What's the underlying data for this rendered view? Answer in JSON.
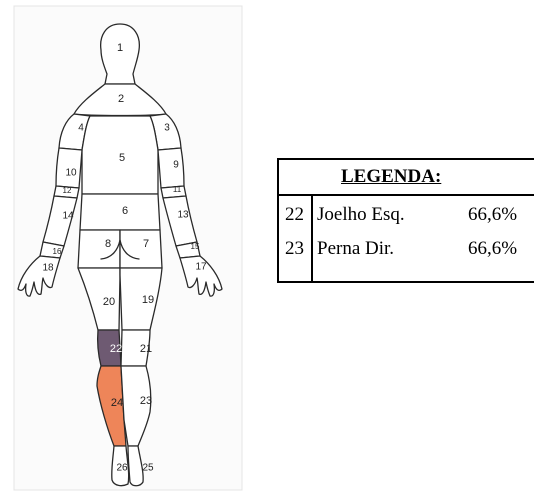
{
  "body_map": {
    "regions": [
      {
        "id": "1",
        "label": "1",
        "status": "normal"
      },
      {
        "id": "2",
        "label": "2",
        "status": "normal"
      },
      {
        "id": "3",
        "label": "3",
        "status": "normal"
      },
      {
        "id": "4",
        "label": "4",
        "status": "normal"
      },
      {
        "id": "5",
        "label": "5",
        "status": "normal"
      },
      {
        "id": "6",
        "label": "6",
        "status": "normal"
      },
      {
        "id": "7",
        "label": "7",
        "status": "normal"
      },
      {
        "id": "8",
        "label": "8",
        "status": "normal"
      },
      {
        "id": "9",
        "label": "9",
        "status": "normal"
      },
      {
        "id": "10",
        "label": "10",
        "status": "normal"
      },
      {
        "id": "11",
        "label": "11",
        "status": "normal"
      },
      {
        "id": "12",
        "label": "12",
        "status": "normal"
      },
      {
        "id": "13",
        "label": "13",
        "status": "normal"
      },
      {
        "id": "14",
        "label": "14",
        "status": "normal"
      },
      {
        "id": "15",
        "label": "15",
        "status": "normal"
      },
      {
        "id": "16",
        "label": "16",
        "status": "normal"
      },
      {
        "id": "17",
        "label": "17",
        "status": "normal"
      },
      {
        "id": "18",
        "label": "18",
        "status": "normal"
      },
      {
        "id": "19",
        "label": "19",
        "status": "normal"
      },
      {
        "id": "20",
        "label": "20",
        "status": "normal"
      },
      {
        "id": "21",
        "label": "21",
        "status": "normal"
      },
      {
        "id": "22",
        "label": "22",
        "status": "highlighted",
        "color": "#6e5a72"
      },
      {
        "id": "23",
        "label": "23",
        "status": "normal"
      },
      {
        "id": "24",
        "label": "24",
        "status": "highlighted",
        "color": "#ee8559"
      },
      {
        "id": "25",
        "label": "25",
        "status": "normal"
      },
      {
        "id": "26",
        "label": "26",
        "status": "normal"
      }
    ]
  },
  "legend": {
    "title": "LEGENDA:",
    "rows": [
      {
        "code": "22",
        "name": "Joelho Esq.",
        "value": "66,6%"
      },
      {
        "code": "23",
        "name": "Perna Dir.",
        "value": "66,6%"
      }
    ]
  }
}
